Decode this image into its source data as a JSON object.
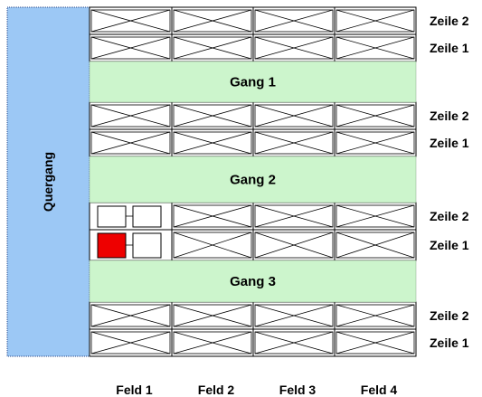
{
  "quergang": {
    "label": "Quergang",
    "color": "#9cc8f5"
  },
  "aisles": [
    {
      "label": "Gang 1"
    },
    {
      "label": "Gang 2"
    },
    {
      "label": "Gang 3"
    }
  ],
  "aisle_color": "#ccf5cc",
  "rows": [
    {
      "label": "Zeile 2",
      "group": 0
    },
    {
      "label": "Zeile 1",
      "group": 0
    },
    {
      "label": "Zeile 2",
      "group": 1
    },
    {
      "label": "Zeile 1",
      "group": 1
    },
    {
      "label": "Zeile 2",
      "group": 2
    },
    {
      "label": "Zeile 1",
      "group": 2
    },
    {
      "label": "Zeile 2",
      "group": 3
    },
    {
      "label": "Zeile 1",
      "group": 3
    }
  ],
  "columns": [
    {
      "label": "Feld 1"
    },
    {
      "label": "Feld 2"
    },
    {
      "label": "Feld 3"
    },
    {
      "label": "Feld 4"
    }
  ],
  "special_cells": [
    {
      "row_index": 4,
      "column_index": 0,
      "boxes": [
        "empty",
        "empty"
      ]
    },
    {
      "row_index": 5,
      "column_index": 0,
      "boxes": [
        "occupied",
        "empty"
      ]
    }
  ],
  "colors": {
    "occupied": "#ee0000",
    "empty": "#ffffff",
    "line": "#000000"
  }
}
